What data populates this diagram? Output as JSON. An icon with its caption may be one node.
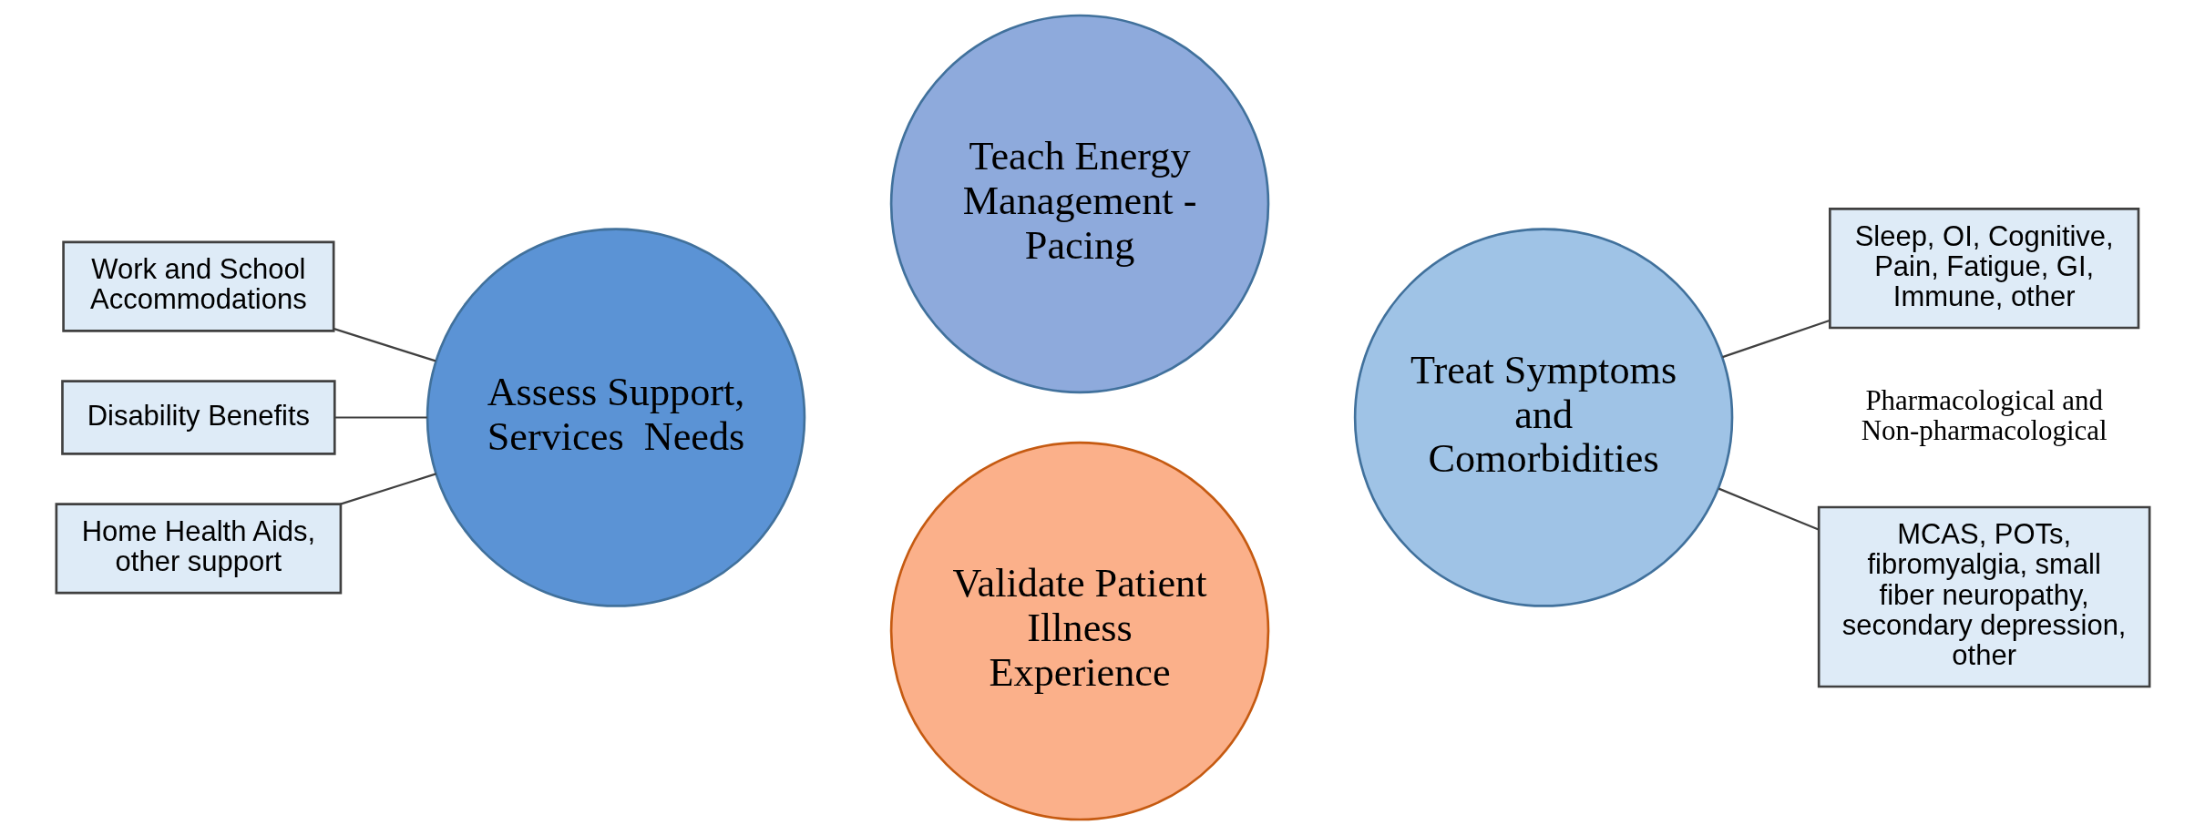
{
  "diagram": {
    "nodes": [
      {
        "text": [
          "Teach Energy Management - Pacing"
        ]
      },
      {
        "text": [
          "Assess Support, Services  Needs"
        ]
      },
      {
        "text": [
          "Treat Symptoms and Comorbidities"
        ]
      },
      {
        "text": [
          "Validate Patient Illness Experience"
        ]
      },
      {
        "text": [
          "Work and School Accommodations"
        ]
      },
      {
        "text": [
          "Disability Benefits"
        ]
      },
      {
        "text": [
          "Home Health Aids, other support"
        ]
      },
      {
        "text": [
          "Sleep, OI, Cognitive, Pain, Fatigue, GI, Immune, other"
        ]
      },
      {
        "text": [
          "MCAS, POTs, fibromyalgia, small fiber neuropathy, secondary depression, other"
        ]
      }
    ],
    "edges": [
      {
        "from": 4,
        "to": 1,
        "arrow": "none"
      },
      {
        "from": 5,
        "to": 1,
        "arrow": "none"
      },
      {
        "from": 6,
        "to": 1,
        "arrow": "none"
      },
      {
        "from": 2,
        "to": 7,
        "arrow": "none"
      },
      {
        "from": 2,
        "to": 8,
        "arrow": "none"
      }
    ],
    "labels": [
      "Pharmacological and Non-pharmacological"
    ]
  }
}
